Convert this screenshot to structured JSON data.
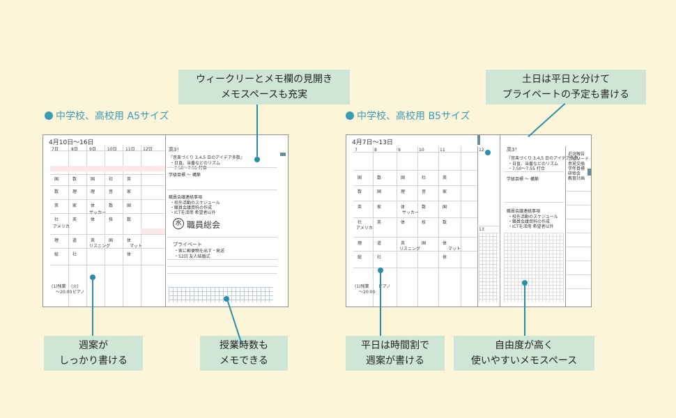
{
  "headings": {
    "a5": "中学校、高校用 A5サイズ",
    "b5": "中学校、高校用 B5サイズ"
  },
  "callouts": {
    "weekly_memo": [
      "ウィークリーとメモ欄の見開き",
      "メモスペースも充実"
    ],
    "weekend": [
      "土日は平日と分けて",
      "プライベートの予定も書ける"
    ],
    "lesson_plan": [
      "週案が",
      "しっかり書ける"
    ],
    "class_hours": [
      "授業時数も",
      "メモできる"
    ],
    "timetable": [
      "平日は時間割で",
      "週案が書ける"
    ],
    "free_memo": [
      "自由度が高く",
      "使いやすいメモスペース"
    ]
  },
  "a5_planner": {
    "date_range": "4月10日〜16日",
    "days": [
      "7日",
      "8日",
      "9日",
      "10日",
      "11日",
      "12日"
    ],
    "subjects": [
      [
        "国",
        "数",
        "国",
        "社",
        "英"
      ],
      [
        "数",
        "理",
        "理",
        "音",
        "家"
      ],
      [
        "英",
        "家",
        "体",
        "数",
        "国"
      ],
      [
        "社",
        "英",
        "体",
        "技",
        "数"
      ],
      [
        "理",
        "道",
        "英",
        "国",
        "体"
      ],
      [
        "総",
        "社",
        "",
        "",
        "体"
      ]
    ],
    "notes": [
      "アメリカ",
      "サッカー",
      "リスニング",
      "マット",
      "ピアノ"
    ],
    "memo_header": "高3！",
    "memo_lines": [
      "『音楽づくり 3,4,5 日のアイデア多数』",
      "・日直、当番などのリズム",
      "・7:50〜7:55 打合",
      "学級目標 〜 構築",
      "職員会議連絡事項",
      "・校外活動のスケジュール",
      "・職員会議資料の作成",
      "・ICTを活用 希望者以外"
    ],
    "stamp_char": "水",
    "meeting": "職員総会",
    "private_title": "プライベート",
    "private_lines": [
      "・家に郵便物を出す・発送",
      "・52日 友人結婚式"
    ],
    "bottom_marks": [
      "(1)残業",
      "〜20:00",
      "(火)",
      "ピアノ"
    ]
  },
  "b5_planner": {
    "date_range": "4月7日〜13日",
    "days": [
      "7",
      "8",
      "9",
      "10",
      "11",
      "12",
      "13"
    ],
    "subjects": [
      [
        "国",
        "数",
        "国",
        "社",
        "英"
      ],
      [
        "数",
        "国",
        "理",
        "音",
        "家"
      ],
      [
        "英",
        "家",
        "体",
        "数",
        "国"
      ],
      [
        "社",
        "英",
        "体",
        "技",
        "数"
      ],
      [
        "理",
        "道",
        "英",
        "国",
        "体"
      ],
      [
        "総",
        "社",
        "",
        "",
        "体"
      ]
    ],
    "notes": [
      "アメリカ",
      "サッカー",
      "リスニング",
      "マット",
      "ピアノ"
    ],
    "memo_header": "高3！",
    "memo_lines": [
      "『音楽づくり 3,4,5 日のアイデア多数』",
      "・日直、当番などのリズム",
      "・7:50〜7:55 打合",
      "学級目標 〜 構築",
      "職員会議連絡事項",
      "・校外活動のスケジュール",
      "・職員会議資料の作成",
      "・ICTを活用 希望者以外"
    ],
    "right_col": [
      "近況報告",
      "エピソード",
      "意見交換",
      "学年目標",
      "研修会",
      "教育計画"
    ],
    "bottom_marks": [
      "(1)残業",
      "〜20:00",
      "ピアノ"
    ]
  }
}
